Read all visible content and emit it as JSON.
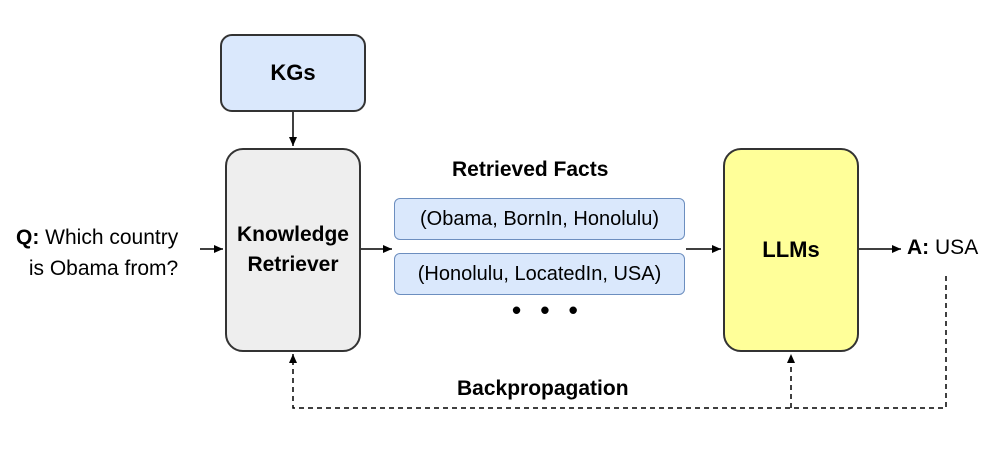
{
  "nodes": {
    "kgs": "KGs",
    "retriever_line1": "Knowledge",
    "retriever_line2": "Retriever",
    "llms": "LLMs"
  },
  "facts": {
    "title": "Retrieved Facts",
    "items": [
      "(Obama, BornIn, Honolulu)",
      "(Honolulu, LocatedIn, USA)"
    ],
    "more": "• • •"
  },
  "question": {
    "prefix": "Q:",
    "line1": "Which country",
    "line2": "is Obama from?"
  },
  "answer": {
    "prefix": "A:",
    "text": "USA"
  },
  "feedback": {
    "label": "Backpropagation"
  }
}
